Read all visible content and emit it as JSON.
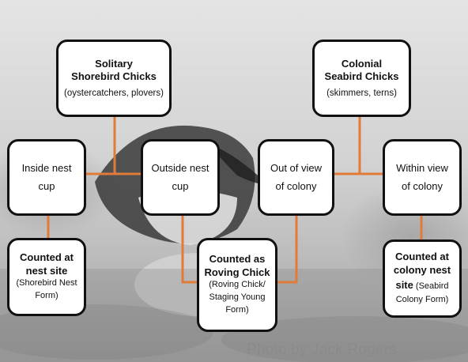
{
  "colors": {
    "connector": "#e07b3a",
    "box_border": "#111111",
    "box_fill": "#ffffff"
  },
  "nodes": {
    "solitary": {
      "title_line1": "Solitary",
      "title_line2": "Shorebird Chicks",
      "subtitle": "(oystercatchers, plovers)"
    },
    "colonial": {
      "title_line1": "Colonial",
      "title_line2": "Seabird Chicks",
      "subtitle": "(skimmers, terns)"
    },
    "inside_nest": {
      "line1": "Inside nest",
      "line2": "cup"
    },
    "outside_nest": {
      "line1": "Outside nest",
      "line2": "cup"
    },
    "out_of_view": {
      "line1": "Out of view",
      "line2": "of colony"
    },
    "within_view": {
      "line1": "Within view",
      "line2": "of colony"
    },
    "counted_nest": {
      "title_line1": "Counted at",
      "title_line2": "nest site",
      "sub_line1": "(Shorebird Nest",
      "sub_line2": "Form)"
    },
    "roving": {
      "title_line1": "Counted as",
      "title_line2": "Roving Chick",
      "sub_line1": "(Roving Chick/",
      "sub_line2": "Staging Young",
      "sub_line3": "Form)"
    },
    "colony_nest": {
      "title_line1": "Counted at",
      "title_line2": "colony nest",
      "title_line3": "site",
      "sub_inline": " (Seabird",
      "sub_line2": "Colony Form)"
    }
  },
  "photo_credit": "Photo by Jack Rogers"
}
